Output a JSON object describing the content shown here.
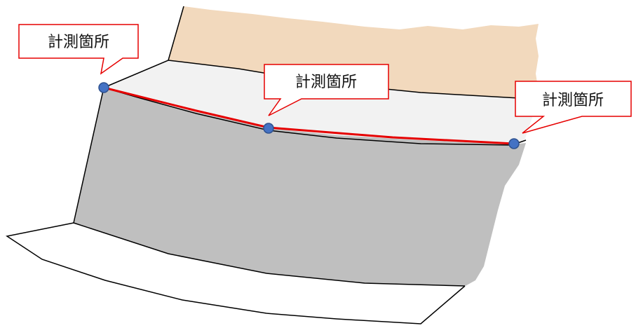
{
  "callouts": [
    {
      "label": "計測箇所"
    },
    {
      "label": "計測箇所"
    },
    {
      "label": "計測箇所"
    }
  ],
  "colors": {
    "soil": "#f2d9bd",
    "top_surface": "#f2f2f2",
    "face": "#bfbfbf",
    "outline": "#000000",
    "measure_line": "#e60000",
    "callout_border": "#e60000",
    "point_fill": "#4472c4",
    "point_stroke": "#2f528f"
  }
}
